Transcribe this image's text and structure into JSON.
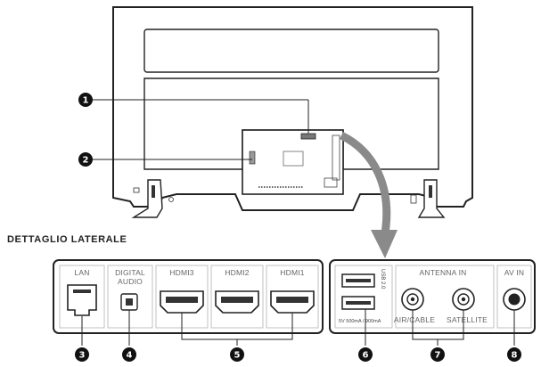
{
  "section_title": "DETTAGLIO LATERALE",
  "callouts": [
    "1",
    "2",
    "3",
    "4",
    "5",
    "6",
    "7",
    "8"
  ],
  "ports": {
    "lan": "LAN",
    "digital_audio_line1": "DIGITAL",
    "digital_audio_line2": "AUDIO",
    "hdmi3": "HDMI3",
    "hdmi2": "HDMI2",
    "hdmi1": "HDMI1",
    "usb_vertical": "USB 2.0",
    "usb_rating": "5V 500mA / 900mA",
    "antenna_in": "ANTENNA IN",
    "air_cable": "AIR/CABLE",
    "satellite": "SATELLITE",
    "av_in": "AV IN"
  }
}
